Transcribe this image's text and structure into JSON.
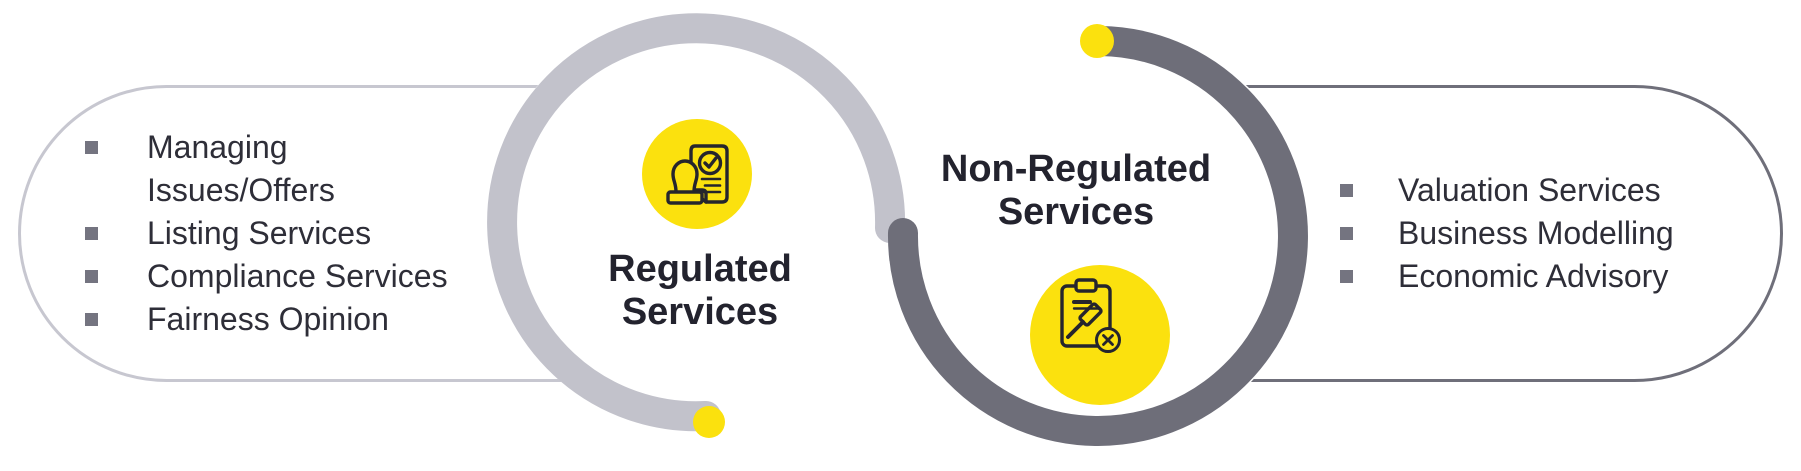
{
  "diagram": {
    "regulated": {
      "title": "Regulated Services",
      "icon": "stamp-approved-document-icon",
      "items": [
        "Managing Issues/Offers",
        "Listing Services",
        "Compliance Services",
        "Fairness Opinion"
      ]
    },
    "non_regulated": {
      "title": "Non-Regulated Services",
      "icon": "clipboard-gavel-rejected-icon",
      "items": [
        "Valuation Services",
        "Business Modelling",
        "Economic Advisory"
      ]
    },
    "colors": {
      "accent_yellow": "#fbe10e",
      "light_ring": "#c2c2cb",
      "dark_ring": "#6e6e79",
      "pill_border_light": "#c7c7d0",
      "pill_border_dark": "#6f6f7a",
      "bullet": "#747480",
      "text": "#2e2e38"
    }
  }
}
